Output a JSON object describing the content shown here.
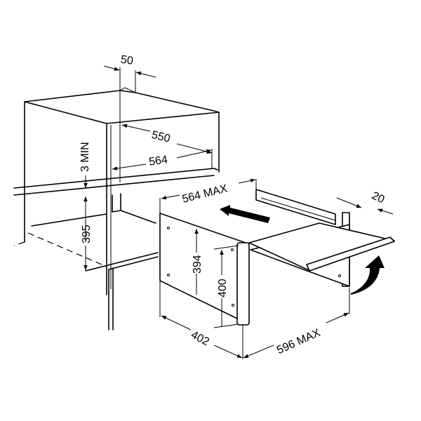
{
  "diagram": {
    "dimensions": {
      "niche_gap_width": "50",
      "niche_depth": "550",
      "niche_width": "564",
      "min_gap": "3 MIN",
      "niche_height": "395",
      "max_width": "564 MAX",
      "panel_height": "394",
      "front_height": "400",
      "rail_offset": "20",
      "front_width": "402",
      "max_depth": "596 MAX"
    }
  }
}
